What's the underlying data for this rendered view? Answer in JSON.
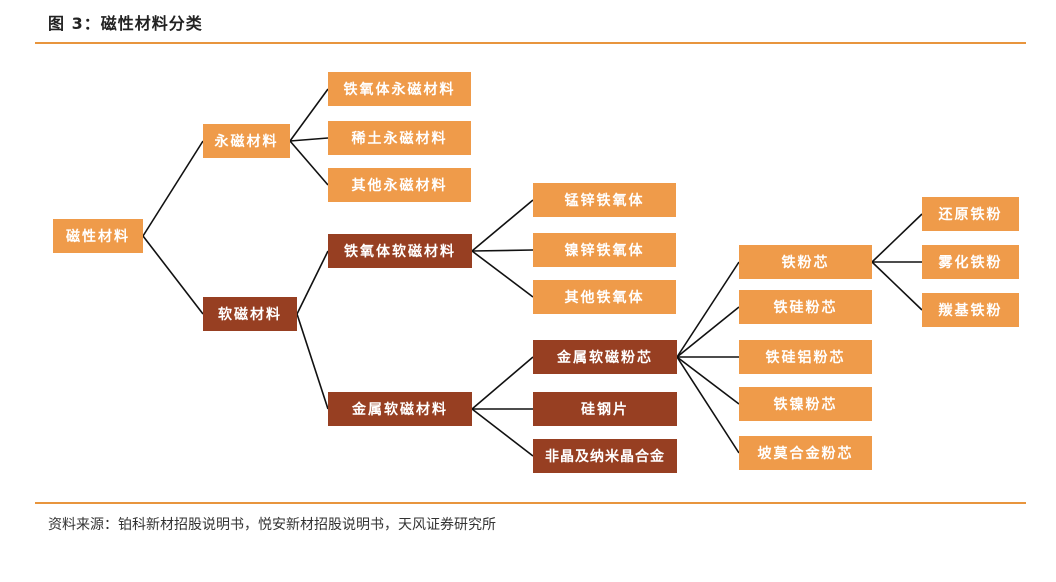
{
  "title": "图 3：磁性材料分类",
  "source": "资料来源：铂科新材招股说明书，悦安新材招股说明书，天风证券研究所",
  "colors": {
    "accent": "#e8953d",
    "node_light": "#ef9b4a",
    "node_dark": "#973f22"
  },
  "nodes": {
    "root": "磁性材料",
    "permanent": "永磁材料",
    "soft": "软磁材料",
    "ferrite_permanent": "铁氧体永磁材料",
    "rare_earth": "稀土永磁材料",
    "other_permanent": "其他永磁材料",
    "ferrite_soft": "铁氧体软磁材料",
    "metal_soft": "金属软磁材料",
    "mnzn": "锰锌铁氧体",
    "nizn": "镍锌铁氧体",
    "other_ferrite": "其他铁氧体",
    "metal_powder_core": "金属软磁粉芯",
    "silicon_steel": "硅钢片",
    "amorphous": "非晶及纳米晶合金",
    "iron_powder_core": "铁粉芯",
    "fesi": "铁硅粉芯",
    "fesial": "铁硅铝粉芯",
    "feni": "铁镍粉芯",
    "permalloy": "坡莫合金粉芯",
    "reduced_iron": "还原铁粉",
    "atomized_iron": "雾化铁粉",
    "carbonyl_iron": "羰基铁粉"
  }
}
